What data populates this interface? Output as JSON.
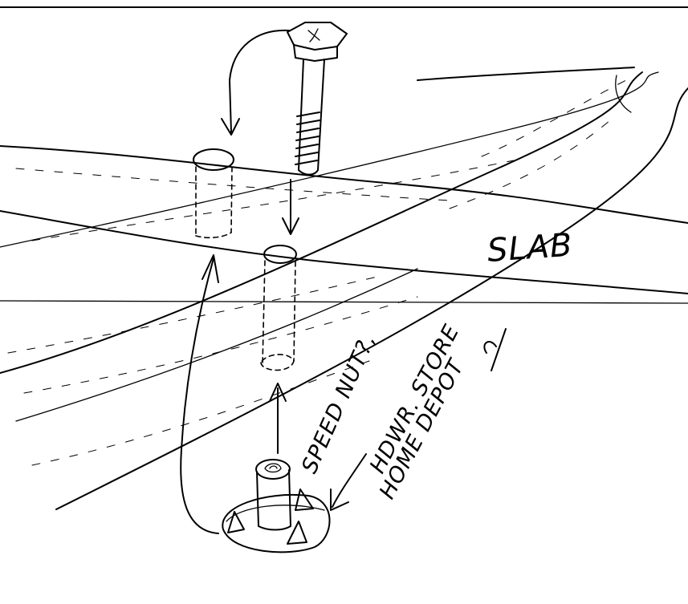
{
  "labels": {
    "slab": "SLAB",
    "note_line1": "SPEED NUT?,",
    "note_line2": "HDWR. STORE",
    "note_line3": "HOME DEPOT"
  },
  "colors": {
    "ink": "#000000",
    "paper": "#ffffff"
  },
  "icons": {
    "bolt": "hex-bolt-icon",
    "tee_nut": "tee-nut-icon"
  }
}
